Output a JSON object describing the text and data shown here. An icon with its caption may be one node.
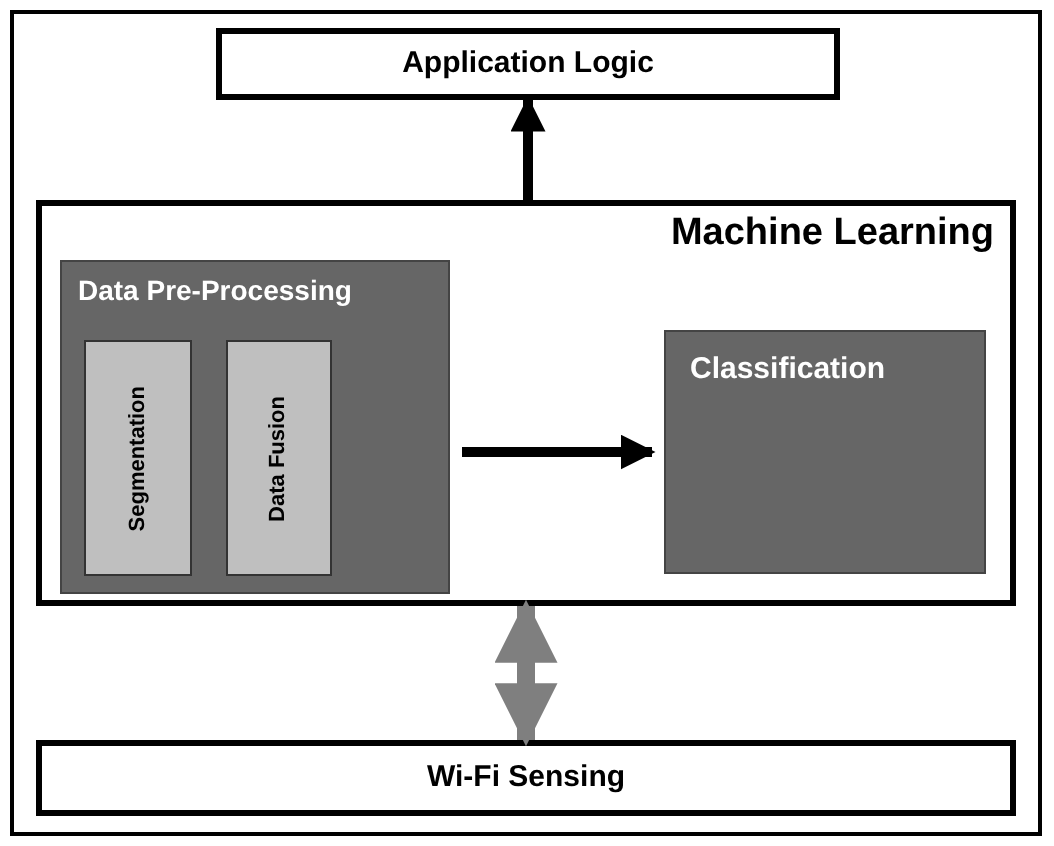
{
  "diagram": {
    "nodes": [
      {
        "text": [
          "Application Logic"
        ]
      },
      {
        "text": [
          "Machine Learning"
        ]
      },
      {
        "text": [
          "Data Pre-Processing"
        ],
        "in": 1
      },
      {
        "text": [
          "Segmentation"
        ],
        "in": 2
      },
      {
        "text": [
          "Data Fusion"
        ],
        "in": 2
      },
      {
        "text": [
          "Classification"
        ],
        "in": 1
      },
      {
        "text": [
          "Wi-Fi Sensing"
        ]
      }
    ],
    "edges": [
      {
        "from": 1,
        "to": 0,
        "arrow": "to"
      },
      {
        "from": 2,
        "to": 5,
        "arrow": "to"
      },
      {
        "from": 1,
        "to": 6,
        "arrow": "both",
        "style": "thick",
        "color": "#7f7f7f"
      }
    ]
  }
}
